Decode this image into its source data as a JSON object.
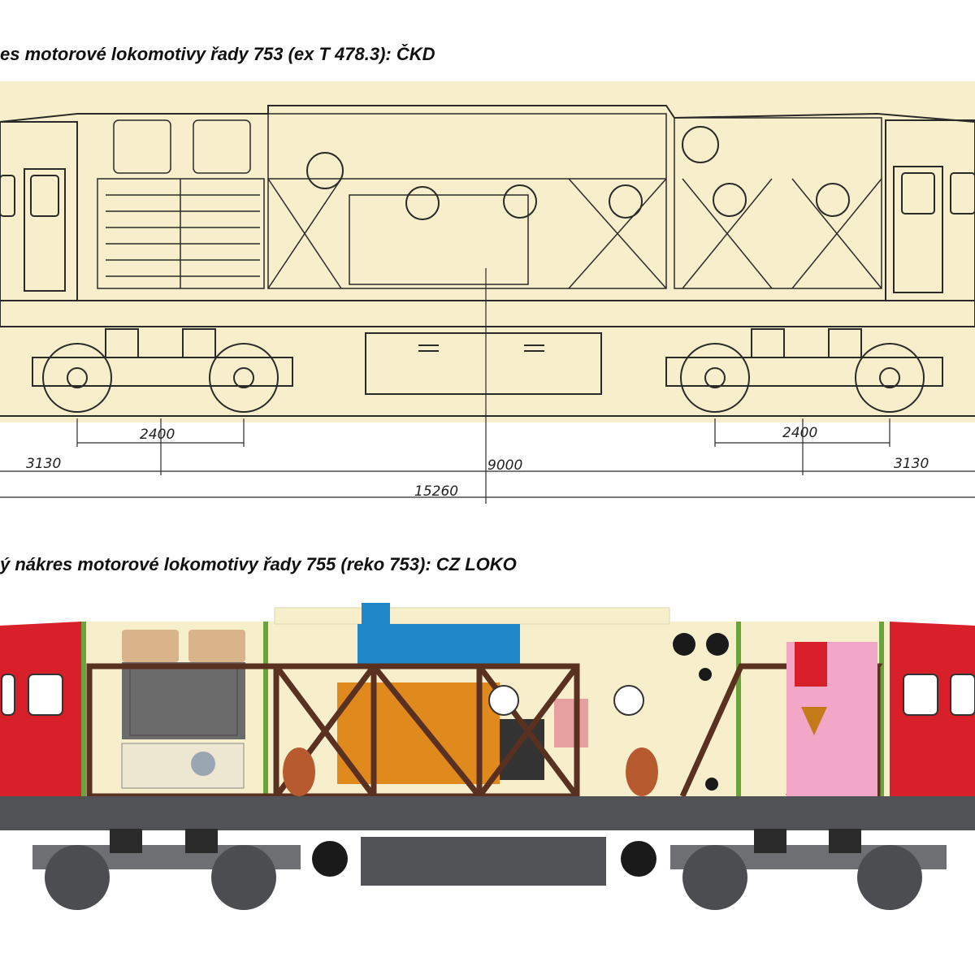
{
  "top": {
    "caption": "es motorové lokomotivy řady 753 (ex T 478.3): ČKD",
    "dimensions": {
      "bogie_wheelbase_left": "2400",
      "bogie_wheelbase_right": "2400",
      "overhang_left": "3130",
      "bogie_centres": "9000",
      "overhang_right": "3130",
      "length_over_buffers": "15260"
    }
  },
  "bottom": {
    "caption": "ý nákres motorové lokomotivy řady 755 (reko 753): CZ LOKO"
  },
  "colors": {
    "paper": "#f7efcc",
    "line": "#2a2a2a",
    "cab_red": "#d8202a",
    "engine_orange": "#e08a1e",
    "tank_blue": "#1f86c8",
    "frame_brown": "#5a3020",
    "pink": "#f2a6c8",
    "green": "#6aa33a",
    "bogie_gray": "#505256"
  }
}
